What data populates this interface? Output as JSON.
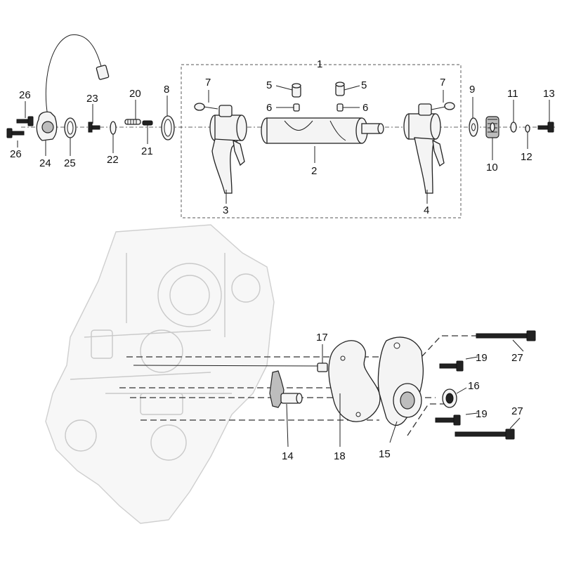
{
  "diagram": {
    "labels": {
      "p1": "1",
      "p2": "2",
      "p3": "3",
      "p4": "4",
      "p5a": "5",
      "p5b": "5",
      "p6a": "6",
      "p6b": "6",
      "p7a": "7",
      "p7b": "7",
      "p8": "8",
      "p9": "9",
      "p10": "10",
      "p11": "11",
      "p12": "12",
      "p13": "13",
      "p14": "14",
      "p15": "15",
      "p16": "16",
      "p17": "17",
      "p18": "18",
      "p19a": "19",
      "p19b": "19",
      "p20": "20",
      "p21": "21",
      "p22": "22",
      "p23": "23",
      "p24": "24",
      "p25": "25",
      "p26a": "26",
      "p26b": "26",
      "p27a": "27",
      "p27b": "27"
    }
  }
}
